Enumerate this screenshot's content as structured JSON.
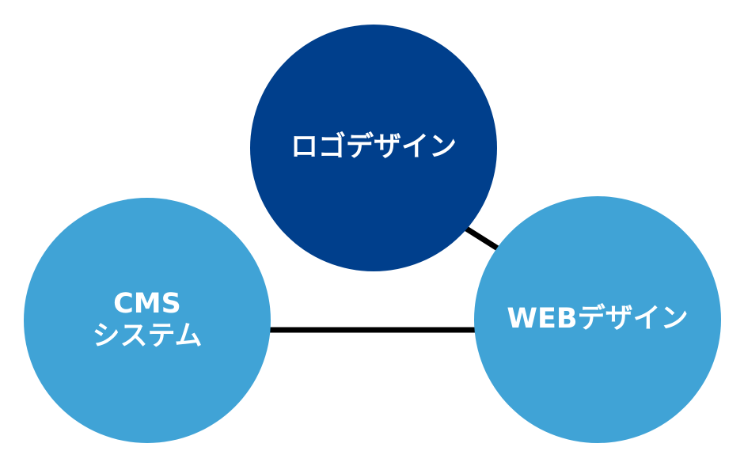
{
  "colors": {
    "dark_node": "#003f8c",
    "light_node": "#40a3d6",
    "connector": "#000000",
    "text": "#ffffff",
    "background": "#ffffff"
  },
  "nodes": {
    "logo": {
      "lines": [
        "ロゴデザイン"
      ]
    },
    "cms": {
      "lines": [
        "CMS",
        "システム"
      ]
    },
    "web": {
      "lines": [
        "WEBデザイン"
      ]
    }
  }
}
